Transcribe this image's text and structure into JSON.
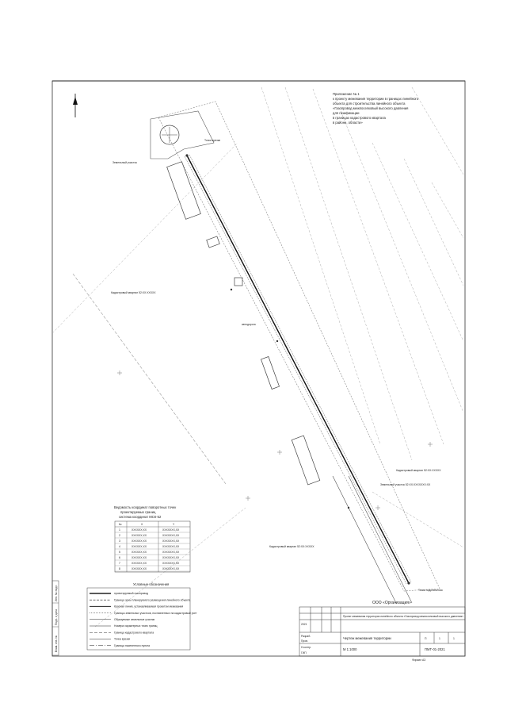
{
  "notes": {
    "lines": [
      "Приложение № 1",
      "к проекту межевания территории в границах линейного",
      "объекта для строительства линейного объекта",
      "«Газопровод межпоселковый высокого давления",
      "для газификации",
      "в границах кадастрового квартала",
      "в районе, области»"
    ]
  },
  "labels": {
    "tap_point": "Точка врезки",
    "quarter_left": "Кадастровый квартал 52:XX:XXXXX",
    "quarter_right": "Кадастровый квартал 52:XX:XXXXX",
    "quarter_lower": "Кадастровый квартал 52:XX:XXXXX",
    "parcel_right": "Земельный участок 52:XX:XXXXXXX:XX",
    "end_point": "Точка подключения",
    "road": "автодорога",
    "parcel_mid": "Земельный участок"
  },
  "coords_table": {
    "title": "Ведомость координат поворотных точек",
    "subtitle": "проектируемых границ",
    "system": "система координат МСК-52",
    "headers": [
      "№",
      "X",
      "Y"
    ],
    "rows": [
      [
        "1",
        "XXXXXX,XX",
        "XXXXXXX,XX"
      ],
      [
        "2",
        "XXXXXX,XX",
        "XXXXXXX,XX"
      ],
      [
        "3",
        "XXXXXX,XX",
        "XXXXXXX,XX"
      ],
      [
        "4",
        "XXXXXX,XX",
        "XXXXXXX,XX"
      ],
      [
        "5",
        "XXXXXX,XX",
        "XXXXXXX,XX"
      ],
      [
        "6",
        "XXXXXX,XX",
        "XXXXXXX,XX"
      ],
      [
        "7",
        "XXXXXX,XX",
        "XXXXXXX,XX"
      ],
      [
        "8",
        "XXXXXX,XX",
        "XXXXXXX,XX"
      ]
    ]
  },
  "legend": {
    "title": "Условные обозначения",
    "items": [
      "проектируемый газопровод",
      "Граница зоны планируемого размещения линейного объекта",
      "Красная линия, устанавливаемая проектом межевания",
      "Границы земельных участков, поставленных на кадастровый учет",
      "Образуемые земельные участки",
      "Номера характерных точек границ",
      "Граница кадастрового квартала",
      "Точка врезки",
      "Граница населенного пункта"
    ]
  },
  "title_block": {
    "org": "ООО «Организация»",
    "object": "Проект межевания территории линейного объекта «Газопровод межпоселковый высокого давления»",
    "drawing": "Чертеж межевания территории",
    "scale": "М 1:1000",
    "stage": "П",
    "sheet": "1",
    "sheets": "1",
    "code": "ПМТ-01-2021",
    "year": "2021",
    "roles": [
      "Разраб.",
      "Пров.",
      "Н.контр.",
      "ГИП"
    ],
    "bottom": "Формат А3"
  },
  "side_stamp": [
    "Инв. № подл.",
    "Подп. и дата",
    "Взам. инв. №"
  ]
}
